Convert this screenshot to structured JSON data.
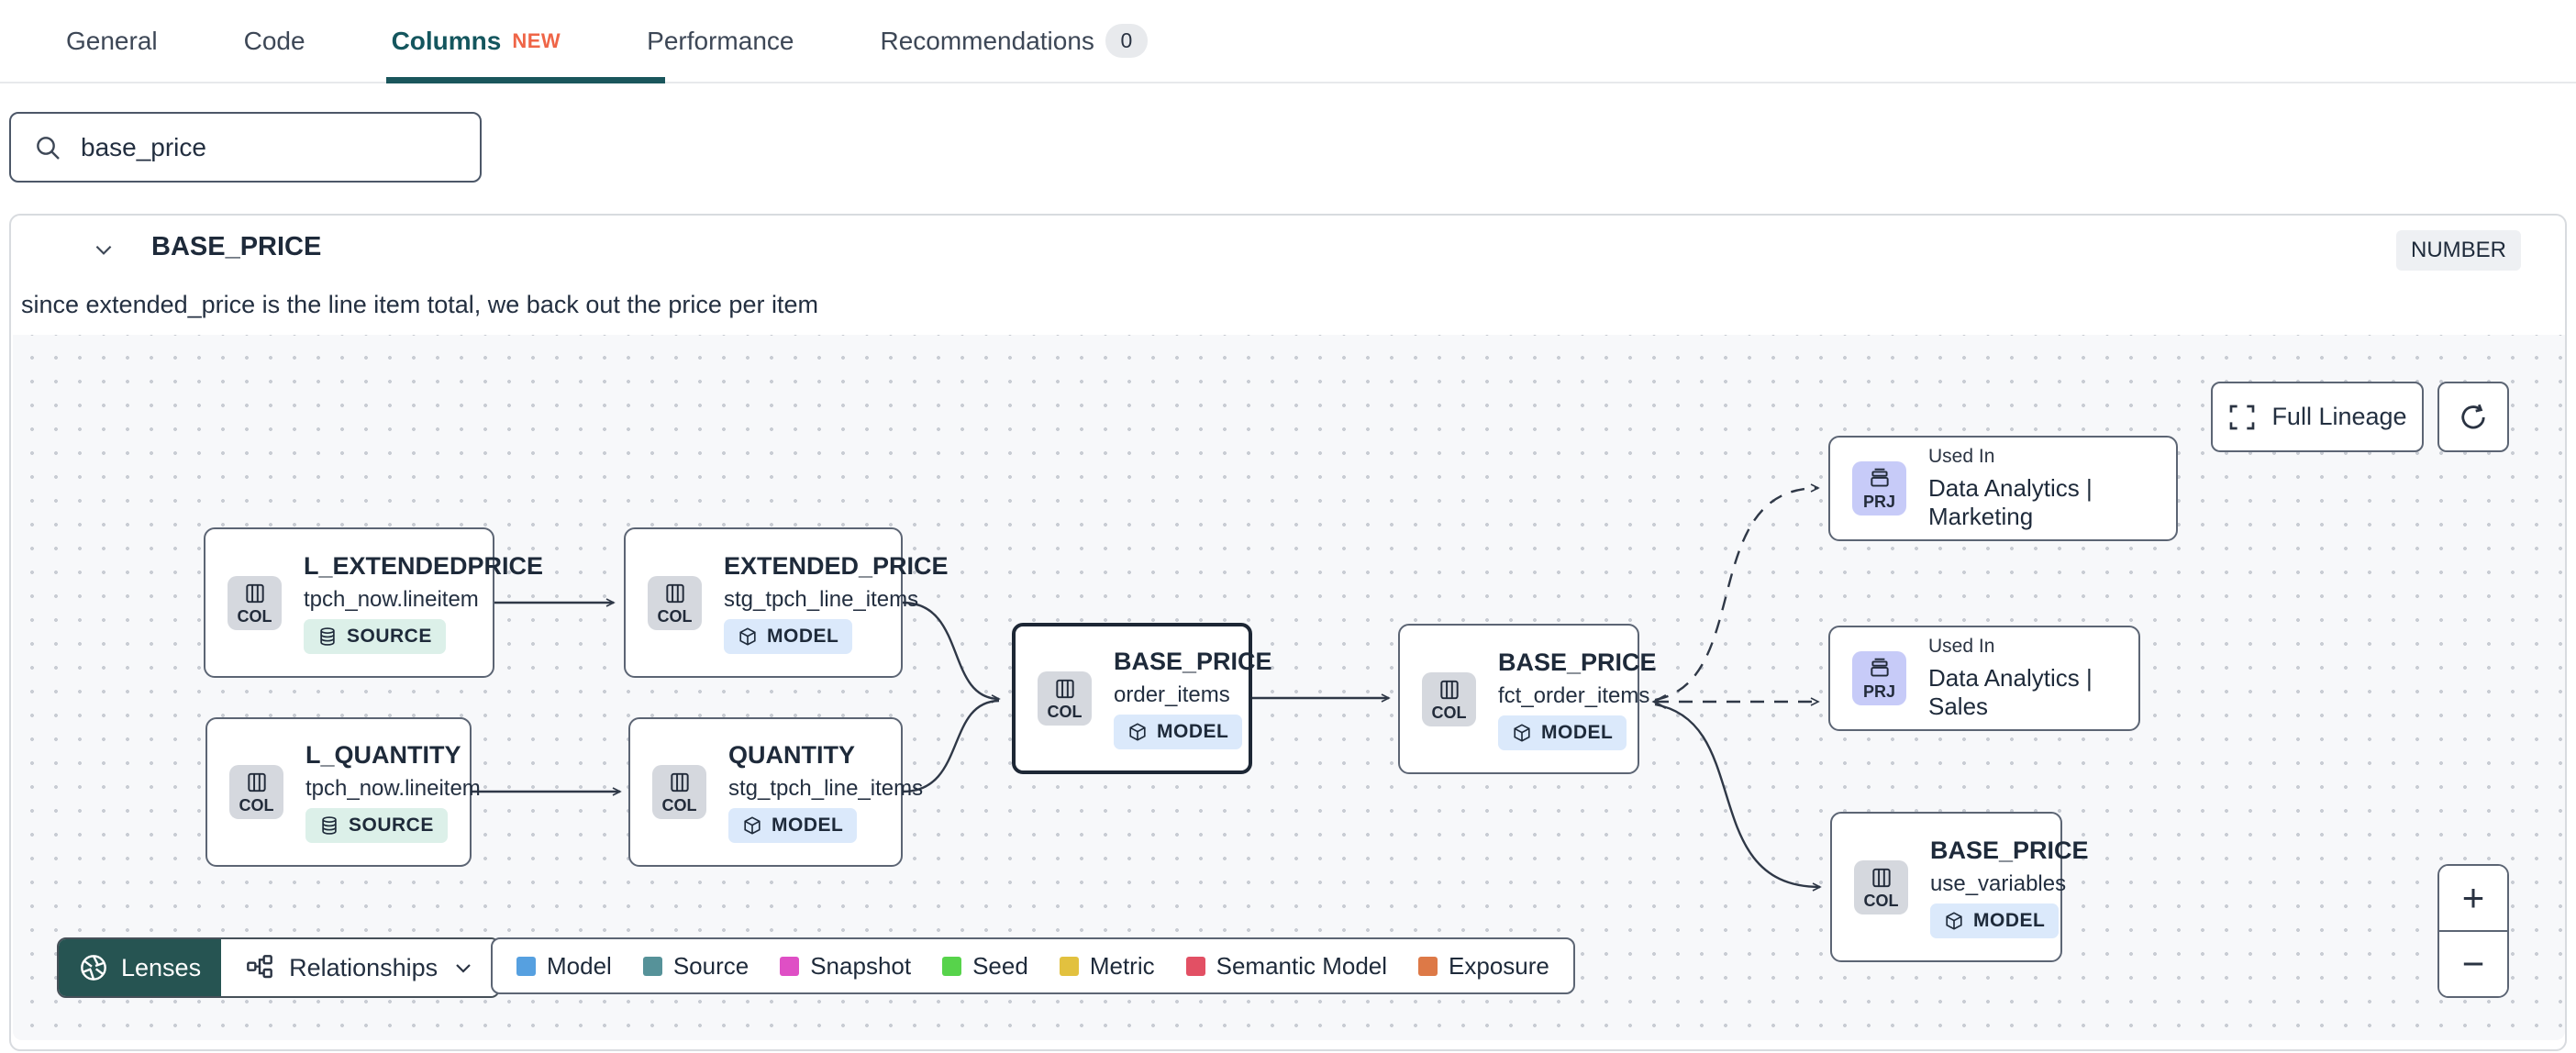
{
  "tabs": [
    {
      "id": "general",
      "label": "General"
    },
    {
      "id": "code",
      "label": "Code"
    },
    {
      "id": "columns",
      "label": "Columns",
      "new_badge": "NEW",
      "active": true
    },
    {
      "id": "performance",
      "label": "Performance"
    },
    {
      "id": "recommendations",
      "label": "Recommendations",
      "count": "0"
    }
  ],
  "search": {
    "value": "base_price"
  },
  "column": {
    "name": "BASE_PRICE",
    "type": "NUMBER",
    "description": "since extended_price is the line item total, we back out the price per item"
  },
  "lineage": {
    "full_lineage_label": "Full Lineage",
    "lenses_label": "Lenses",
    "relationships_label": "Relationships",
    "zoom_in_label": "+",
    "zoom_out_label": "−",
    "nodes": [
      {
        "id": "l_extendedprice",
        "tile": "COL",
        "title": "L_EXTENDEDPRICE",
        "subtitle": "tpch_now.lineitem",
        "badge": "SOURCE"
      },
      {
        "id": "extended_price",
        "tile": "COL",
        "title": "EXTENDED_PRICE",
        "subtitle": "stg_tpch_line_items",
        "badge": "MODEL"
      },
      {
        "id": "l_quantity",
        "tile": "COL",
        "title": "L_QUANTITY",
        "subtitle": "tpch_now.lineitem",
        "badge": "SOURCE"
      },
      {
        "id": "quantity",
        "tile": "COL",
        "title": "QUANTITY",
        "subtitle": "stg_tpch_line_items",
        "badge": "MODEL"
      },
      {
        "id": "base_price_order_items",
        "tile": "COL",
        "title": "BASE_PRICE",
        "subtitle": "order_items",
        "badge": "MODEL",
        "selected": true
      },
      {
        "id": "base_price_fct_order_items",
        "tile": "COL",
        "title": "BASE_PRICE",
        "subtitle": "fct_order_items",
        "badge": "MODEL"
      },
      {
        "id": "used_in_marketing",
        "tile": "PRJ",
        "kicker": "Used In",
        "title": "Data Analytics | Marketing"
      },
      {
        "id": "used_in_sales",
        "tile": "PRJ",
        "kicker": "Used In",
        "title": "Data Analytics | Sales"
      },
      {
        "id": "base_price_use_variables",
        "tile": "COL",
        "title": "BASE_PRICE",
        "subtitle": "use_variables",
        "badge": "MODEL"
      }
    ],
    "legend": [
      {
        "label": "Model",
        "color": "#56a0e0"
      },
      {
        "label": "Source",
        "color": "#569299"
      },
      {
        "label": "Snapshot",
        "color": "#df4fc5"
      },
      {
        "label": "Seed",
        "color": "#57d34b"
      },
      {
        "label": "Metric",
        "color": "#e2c13f"
      },
      {
        "label": "Semantic Model",
        "color": "#e25064"
      },
      {
        "label": "Exposure",
        "color": "#dd7947"
      }
    ]
  }
}
